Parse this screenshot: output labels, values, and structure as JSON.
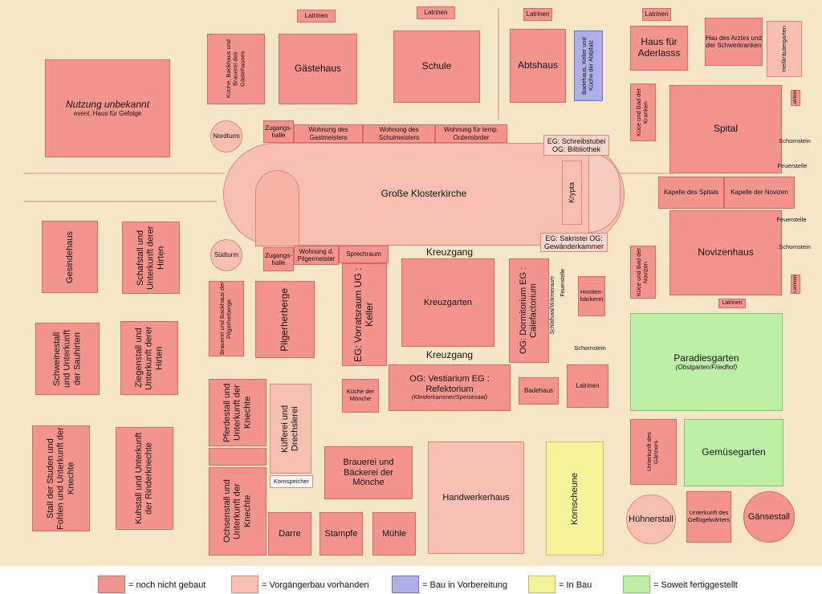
{
  "map": {
    "church": "Große Klosterkirche",
    "cloister_north": "Kreuzgang",
    "cloister_south": "Kreuzgang",
    "cloister_garden": "Kreuzgarten",
    "latrinen": "Latrinen",
    "guest_house": "Gästehaus",
    "guest_kitchen": "Küche, Backhaus und Brauerei des Gästehauses",
    "school": "Schule",
    "abbot": "Abtshaus",
    "abbot_bath": "Badehaus, Keller und Küche der Abtpfalz",
    "bloodletting": "Haus für Aderlasss",
    "doctor": "Hau des Arztes und der Schwerkranken",
    "herbs": "Heilkräutergarten",
    "unknown_title": "Nutzung unbekannt",
    "unknown_sub": "event. Haus für Gefolge",
    "nordturm": "Nordturm",
    "suedturm": "Südturm",
    "zugang_n": "Zugangs-halle",
    "zugang_s": "Zugangs-halle",
    "wohnung_gast": "Wohnung des Gastmeisters",
    "wohnung_schul": "Wohnung des Schulmeisters",
    "wohnung_orden": "Wohnung für temp. Ordensbrder",
    "schreibstube": "EG: Schreibstubei OG: Bilbliothek",
    "krypta": "Krypta",
    "sakristei": "EG: Sakristei OG: Gewänderkammer",
    "pilgermeister": "Wohnung d. Pilgermeister",
    "sprechraum": "Sprechraum",
    "kueche_bad_kranke": "Küce und Bad der Kranken",
    "spital": "Spital",
    "kapelle_spital": "Kapelle des Spitals",
    "kapelle_novizen": "Kapelle der Novizen",
    "novizenhaus": "Novizenhaus",
    "kueche_bad_novizen": "Küce und Bad der Novizen",
    "schornstein": "Schornstein",
    "feuerstelle": "Feuerstelle",
    "gesindehaus": "Gesindehaus",
    "schafstall": "Schafstall und Unterkunft derer Hirten",
    "schweinestall": "Schweinestall und Unterkunft der Sauhirten",
    "ziegenstall": "Ziegenstall und Unterkunft derer Hirten",
    "stall_stuten": "Stall der Studen und Fohlen und Unterkunft der Knechte",
    "kuhstall": "Kuhstall und Unterkunft der Rinderknechte",
    "pilger_kueche": "Brauerei und Backhaus der Pilgerherberge",
    "pilgerherberge": "Pilgerherberge",
    "vorratsraum": "EG: Vorratsraum UG : Keller",
    "dormitorium": "OG: Dormitorium EG : Calefactorium",
    "dormitorium_sub": "Schlafsaal/Wärmeraum",
    "hostien": "Hostien-bäckerei",
    "refektorium": "OG: Vestiarium EG : Refektorium",
    "refektorium_sub": "(Kleiderkammer/Speisesaal)",
    "kueche_moenche": "Küche der Mönche",
    "badehaus": "Badehaus",
    "paradiesgarten": "Paradiesgarten",
    "paradiesgarten_sub": "(Obstgarten/Friedhof)",
    "pferdestall": "Pferdestall und Unterkunft der Knechte",
    "ochsenstall": "Ochsenstall und Unterkunft der Knechte",
    "kuefferei": "Küfferei und Drechslerei",
    "kornspeicher": "Kornspeicher",
    "brauerei": "Brauerei und Bäckerei der Mönche",
    "handwerker": "Handwerkerhaus",
    "kornscheune": "Kornscheune",
    "gaertner": "Unterkunft des Gärtners",
    "gemuesegarten": "Gemüsegarten",
    "huehnerstall": "Hühnerstall",
    "gefluegel": "Unterkunft des Geflügelwärters",
    "gaensestall": "Gänsestall",
    "darre": "Darre",
    "stampfe": "Stampfe",
    "muehle": "Mühle"
  },
  "legend": [
    {
      "label": "= noch nicht gebaut",
      "color": "#f3948d"
    },
    {
      "label": "= Vorgängerbau vorhanden",
      "color": "#f7bfb2"
    },
    {
      "label": "= Bau in Vorbereitung",
      "color": "#aeaee8"
    },
    {
      "label": "= In Bau",
      "color": "#f6f29a"
    },
    {
      "label": "= Soweit fertiggestellt",
      "color": "#bdf0a4"
    }
  ]
}
